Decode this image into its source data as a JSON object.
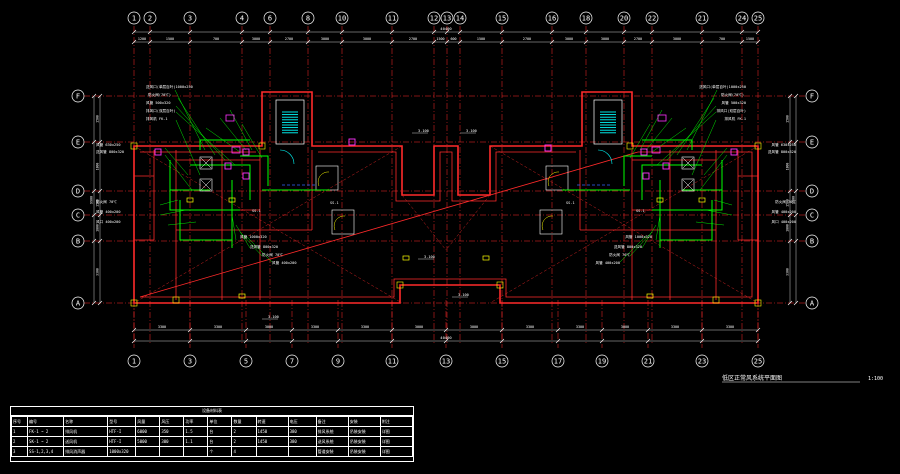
{
  "drawing": {
    "title": "低区正常风系统平面图",
    "scale": "1:100",
    "colors": {
      "background": "#000000",
      "axis": "#ff2a2a",
      "grid_bubble": "#ffffff",
      "wall": "#ff2a2a",
      "dim": "#ffffff",
      "duct": "#00ff00",
      "stair": "#00ffff",
      "equipment": "#ff33ff",
      "note": "#ffff00",
      "link": "#3366ff"
    },
    "top_axes": [
      "1",
      "2",
      "3",
      "4",
      "6",
      "8",
      "10",
      "11",
      "12",
      "13",
      "14",
      "15",
      "16",
      "18",
      "20",
      "22",
      "21",
      "24",
      "25"
    ],
    "bottom_axes": [
      "1",
      "3",
      "5",
      "7",
      "9",
      "11",
      "13",
      "15",
      "17",
      "19",
      "21",
      "23",
      "25"
    ],
    "left_axes": [
      "F",
      "E",
      "D",
      "C",
      "B",
      "A"
    ],
    "right_axes": [
      "F",
      "E",
      "D",
      "C",
      "B",
      "A"
    ],
    "top_total_dim": "40400",
    "bottom_total_dim": "40400",
    "top_dims": [
      "1200",
      "1500",
      "700",
      "3000",
      "2700",
      "3000",
      "3000",
      "2700",
      "1500",
      "600",
      "1500",
      "2700",
      "3000",
      "3000",
      "2700",
      "3000",
      "700",
      "1500",
      "1200"
    ],
    "bottom_dims": [
      "3300",
      "3300",
      "3000",
      "3300",
      "3300",
      "3000",
      "3000",
      "3300",
      "3300",
      "3000",
      "3300",
      "3300"
    ],
    "left_dims": [
      "1500",
      "1800",
      "1500",
      "1800",
      "3300"
    ],
    "right_dims": [
      "1500",
      "1800",
      "1500",
      "1800",
      "3300"
    ],
    "left_total_dim": "9900",
    "right_total_dim": "9900",
    "level_marks": [
      "3.100",
      "3.100",
      "3.100",
      "3.100",
      "3.100"
    ],
    "room_notes": [
      "SS-1",
      "SS-1",
      "SS-1",
      "SS-1"
    ],
    "left_notes": [
      "送风口(单层百叶)1000x250",
      "防火阀(70℃)",
      "风管 500x320",
      "排风口(双层百叶)",
      "排风机 FK-1",
      "风管 630x250",
      "送风管 800x320",
      "防火阀 70℃",
      "风管 400x200",
      "风口 400x200",
      "风管 1000x320"
    ],
    "right_notes": [
      "送风口(单层百叶)1000x250",
      "防火阀(70℃)",
      "风管 500x320",
      "排风口(双层百叶)",
      "排风机 FK-1",
      "风管 630x250",
      "送风管 800x320",
      "防火阀 70℃",
      "风管 400x200",
      "风口 400x200",
      "风管 1000x320"
    ]
  },
  "table": {
    "caption": "设备材料表",
    "headers": [
      "序号",
      "编号",
      "名称",
      "型号",
      "风量",
      "风压",
      "功率",
      "单位",
      "数量",
      "转速",
      "电压",
      "备注",
      "安装",
      "附注"
    ],
    "rows": [
      [
        "1",
        "FK-1 ~ 2",
        "排风机",
        "HTF-I",
        "6000",
        "350",
        "1.5",
        "台",
        "2",
        "1450",
        "380",
        "排风系统",
        "吊装安装",
        "详图"
      ],
      [
        "2",
        "SK-1 ~ 2",
        "送风机",
        "HTF-I",
        "5000",
        "300",
        "1.1",
        "台",
        "2",
        "1450",
        "380",
        "送风系统",
        "吊装安装",
        "详图"
      ],
      [
        "3",
        "SS-1,2,3,4",
        "排风消声器",
        "1000x320",
        "",
        "",
        "",
        "个",
        "4",
        "",
        "",
        "管道安装",
        "吊装安装",
        "详图"
      ]
    ]
  }
}
